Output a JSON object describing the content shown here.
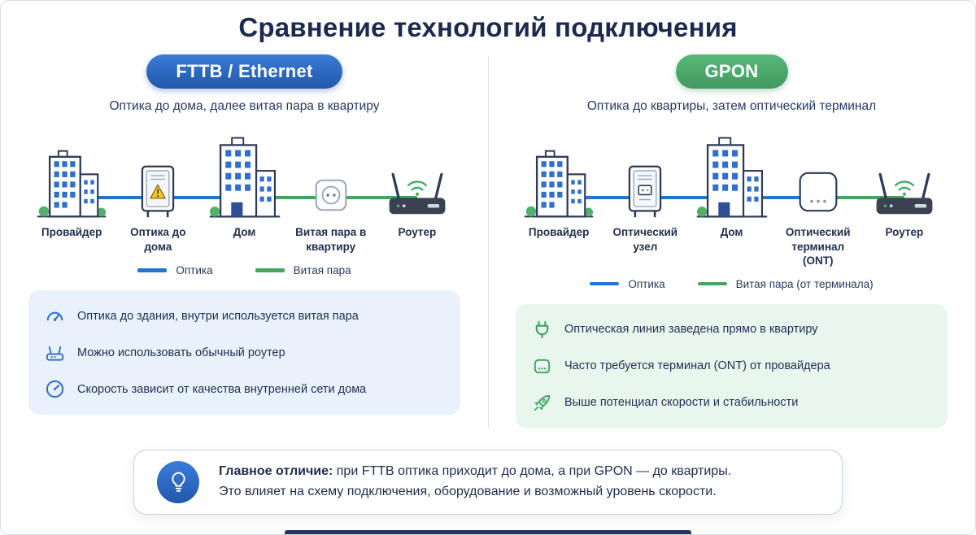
{
  "title": "Сравнение технологий подключения",
  "colors": {
    "optics_line": "#1d76d2",
    "twisted_pair_line": "#44a55c",
    "fttb_badge": "#2b63bb",
    "gpon_badge": "#4aa368",
    "fttb_panel": "#e9f1fd",
    "gpon_panel": "#e9f6ee",
    "callout_icon_bg": "#2f6fd0"
  },
  "fttb": {
    "badge": "FTTB / Ethernet",
    "subtitle": "Оптика до дома, далее витая пара в квартиру",
    "nodes": [
      {
        "icon": "provider-building-icon",
        "label": "Провайдер"
      },
      {
        "icon": "street-cabinet-icon",
        "label": "Оптика до дома"
      },
      {
        "icon": "apartment-building-icon",
        "label": "Дом"
      },
      {
        "icon": "wall-outlet-icon",
        "label": "Витая пара в квартиру"
      },
      {
        "icon": "wifi-router-icon",
        "label": "Роутер"
      }
    ],
    "legend": [
      {
        "label": "Оптика",
        "color": "#1d76d2"
      },
      {
        "label": "Витая пара",
        "color": "#44a55c"
      }
    ],
    "features": [
      {
        "icon": "speedometer-icon",
        "text": "Оптика до здания, внутри используется витая пара"
      },
      {
        "icon": "router-icon",
        "text": "Можно использовать обычный роутер"
      },
      {
        "icon": "gauge-dial-icon",
        "text": "Скорость зависит от качества внутренней сети дома"
      }
    ]
  },
  "gpon": {
    "badge": "GPON",
    "subtitle": "Оптика до квартиры, затем оптический терминал",
    "nodes": [
      {
        "icon": "provider-building-icon",
        "label": "Провайдер"
      },
      {
        "icon": "optical-node-cabinet-icon",
        "label": "Оптический узел"
      },
      {
        "icon": "apartment-building-icon",
        "label": "Дом"
      },
      {
        "icon": "ont-terminal-icon",
        "label": "Оптический терминал (ONT)"
      },
      {
        "icon": "wifi-router-icon",
        "label": "Роутер"
      }
    ],
    "legend": [
      {
        "label": "Оптика",
        "color": "#1d76d2"
      },
      {
        "label": "Витая пара (от терминала)",
        "color": "#44a55c"
      }
    ],
    "features": [
      {
        "icon": "fiber-plug-icon",
        "text": "Оптическая линия заведена прямо в квартиру"
      },
      {
        "icon": "ont-box-icon",
        "text": "Часто требуется терминал (ONT) от провайдера"
      },
      {
        "icon": "rocket-icon",
        "text": "Выше потенциал скорости и стабильности"
      }
    ]
  },
  "callout": {
    "lead": "Главное отличие:",
    "text1": " при FTTB оптика приходит до дома, а при GPON — до квартиры.",
    "text2": "Это влияет на схему подключения, оборудование и возможный уровень скорости."
  }
}
